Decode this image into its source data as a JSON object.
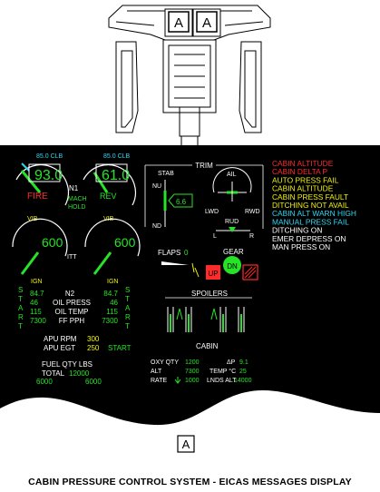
{
  "callout_letter": "A",
  "caption": "CABIN PRESSURE CONTROL SYSTEM - EICAS MESSAGES DISPLAY",
  "colors": {
    "white": "#ffffff",
    "green": "#27e327",
    "cyan": "#2fd6f0",
    "yellow": "#f2f20a",
    "red": "#ff2a2a",
    "black": "#000000"
  },
  "engine_left": {
    "thrust_mode": "85.0 CLB",
    "n1": "93.0",
    "n1_label": "N1",
    "status": "FIRE",
    "mode": "MACH\nHOLD",
    "vib": "VIB",
    "itt": "600",
    "ign": "IGN"
  },
  "engine_right": {
    "thrust_mode": "85.0 CLB",
    "n1": "61.0",
    "status": "REV",
    "vib": "VIB",
    "itt": "600",
    "itt_label": "ITT",
    "ign": "IGN"
  },
  "start_left": "START",
  "start_right": "START",
  "secondary": {
    "labels": [
      "N2",
      "OIL PRESS",
      "OIL TEMP",
      "FF PPH"
    ],
    "left": [
      "84.7",
      "46",
      "115",
      "7300"
    ],
    "right": [
      "84.7",
      "46",
      "115",
      "7300"
    ]
  },
  "apu": {
    "rpm_label": "APU RPM",
    "rpm": "300",
    "egt_label": "APU EGT",
    "egt": "250",
    "start": "START"
  },
  "fuel": {
    "label": "FUEL QTY LBS",
    "total_label": "TOTAL",
    "total": "12000",
    "left": "6000",
    "right": "6000"
  },
  "trim": {
    "title": "TRIM",
    "stab": "STAB",
    "nu": "NU",
    "nd": "ND",
    "value": "6.6",
    "ail": "AIL",
    "lwd": "LWD",
    "rwd": "RWD",
    "rud": "RUD",
    "l": "L",
    "r": "R"
  },
  "flaps": {
    "label": "FLAPS",
    "value": "0"
  },
  "gear": {
    "label": "GEAR",
    "up": "UP",
    "dn": "DN"
  },
  "spoilers": {
    "label": "SPOILERS"
  },
  "cabin": {
    "title": "CABIN",
    "oxy_label": "OXY QTY",
    "oxy": "1200",
    "ap_label": "ΔP",
    "ap": "9.1",
    "alt_label": "ALT",
    "alt": "7300",
    "temp_label": "TEMP °C",
    "temp": "25",
    "rate_label": "RATE",
    "rate": "1000",
    "lnds_label": "LNDS ALT",
    "lnds": "14000"
  },
  "eicas_messages": [
    {
      "text": "CABIN ALTITUDE",
      "color": "red"
    },
    {
      "text": "CABIN DELTA P",
      "color": "red"
    },
    {
      "text": "AUTO PRESS FAIL",
      "color": "yellow"
    },
    {
      "text": "CABIN ALTITUDE",
      "color": "yellow"
    },
    {
      "text": "CABIN PRESS FAULT",
      "color": "yellow"
    },
    {
      "text": "DITCHING NOT AVAIL",
      "color": "yellow"
    },
    {
      "text": "CABIN ALT WARN HIGH",
      "color": "cyan"
    },
    {
      "text": "MANUAL PRESS FAIL",
      "color": "cyan"
    },
    {
      "text": "DITCHING ON",
      "color": "white"
    },
    {
      "text": "EMER DEPRESS ON",
      "color": "white"
    },
    {
      "text": "MAN PRESS ON",
      "color": "white"
    }
  ]
}
